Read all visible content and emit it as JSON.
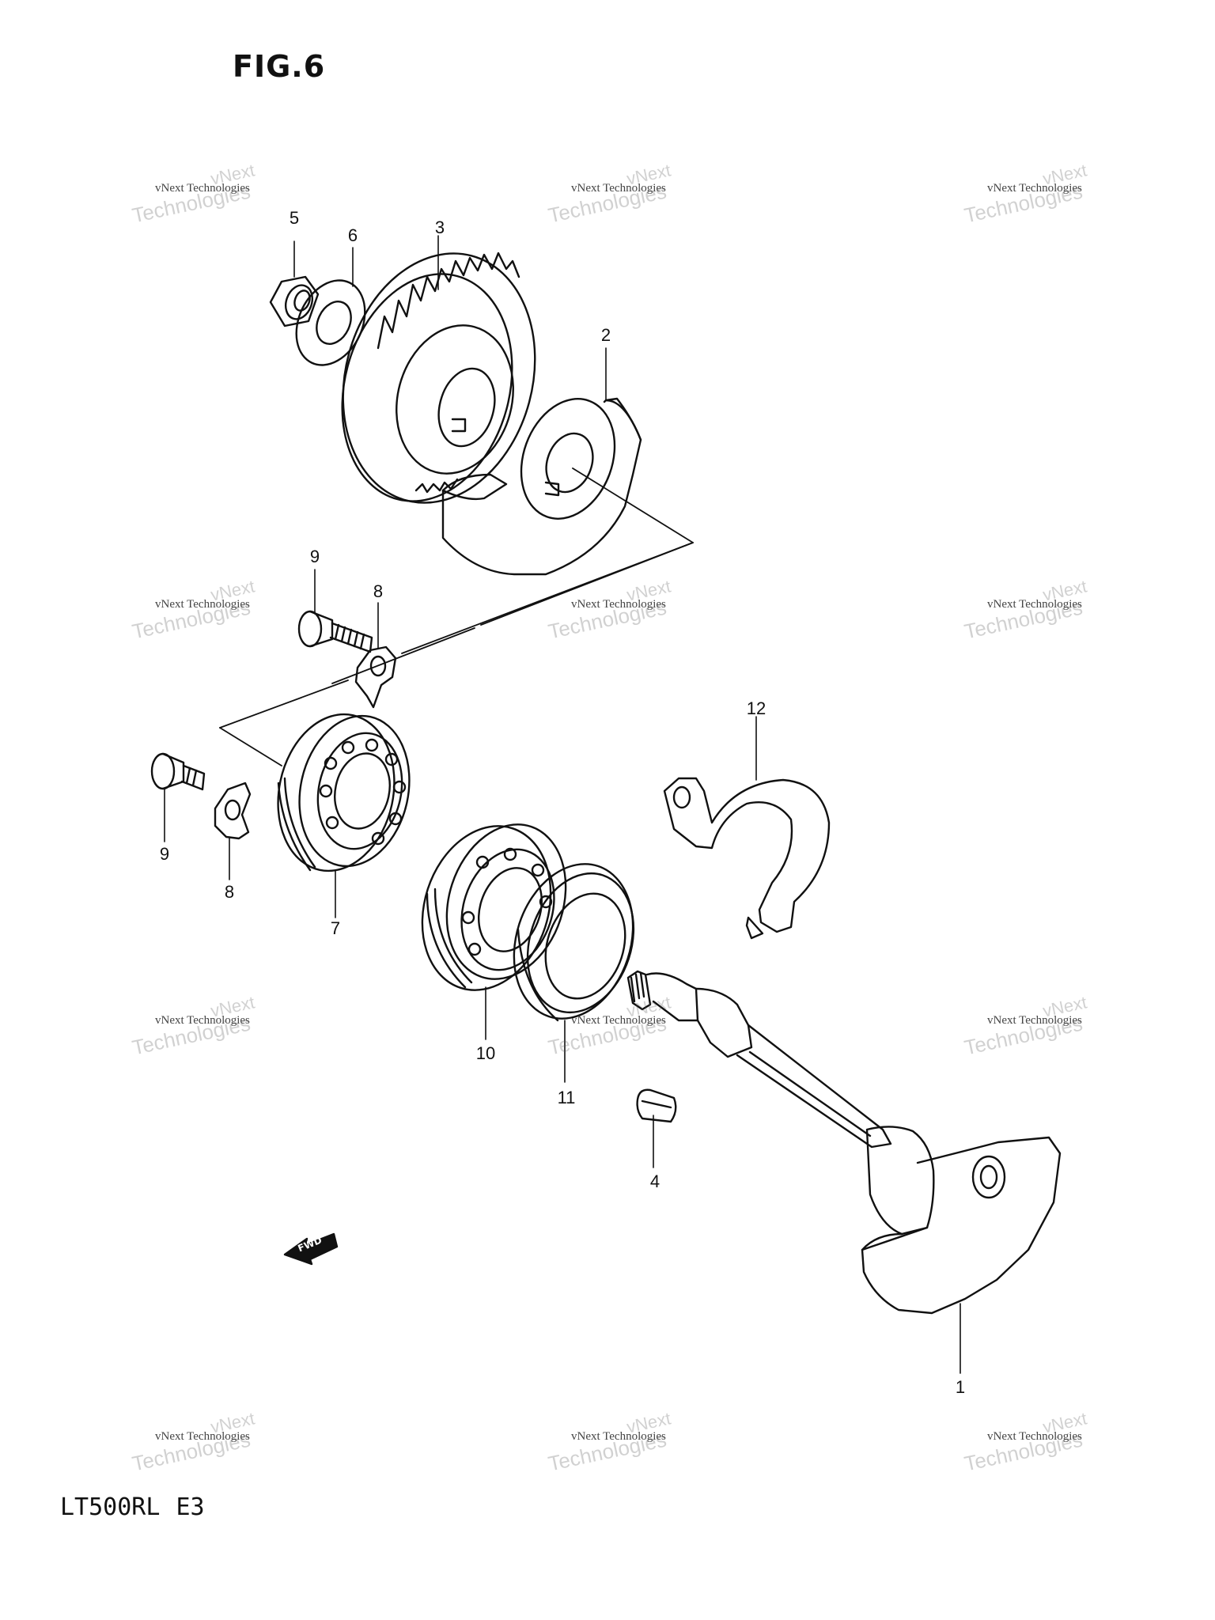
{
  "figure": {
    "title": "FIG.6"
  },
  "footer": {
    "model": "LT500RL",
    "region": "E3"
  },
  "callouts": {
    "p1": "1",
    "p2": "2",
    "p3": "3",
    "p4": "4",
    "p5": "5",
    "p6": "6",
    "p7": "7",
    "p8a": "8",
    "p8b": "8",
    "p9a": "9",
    "p9b": "9",
    "p10": "10",
    "p11": "11",
    "p12": "12"
  },
  "watermark": {
    "line1": "vNext",
    "line2": "vNext Technologies",
    "line3": "Technologies"
  },
  "fwd_marker": {
    "label": "FWD"
  }
}
